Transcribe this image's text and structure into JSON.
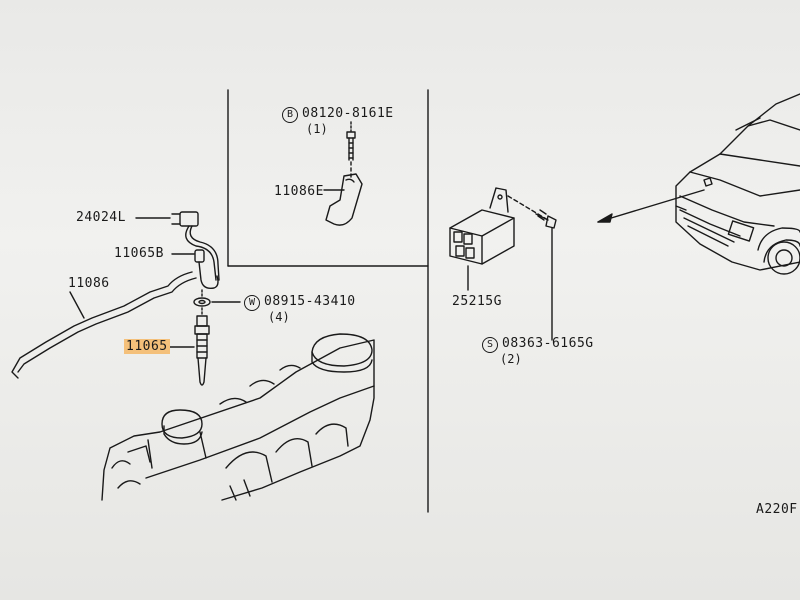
{
  "labels": {
    "bolt_part": "08120-8161E",
    "bolt_qty": "(1)",
    "bolt_symbol": "B",
    "bracket": "11086E",
    "harness": "24024L",
    "plate": "11065B",
    "tube": "11086",
    "washer_part": "08915-43410",
    "washer_qty": "(4)",
    "washer_symbol": "W",
    "glow_plug": "11065",
    "relay": "25215G",
    "screw_part": "08363-6165G",
    "screw_qty": "(2)",
    "screw_symbol": "S",
    "figure_code": "A220F"
  },
  "colors": {
    "highlight": "#f4c07a",
    "ink": "#1a1a1a"
  }
}
